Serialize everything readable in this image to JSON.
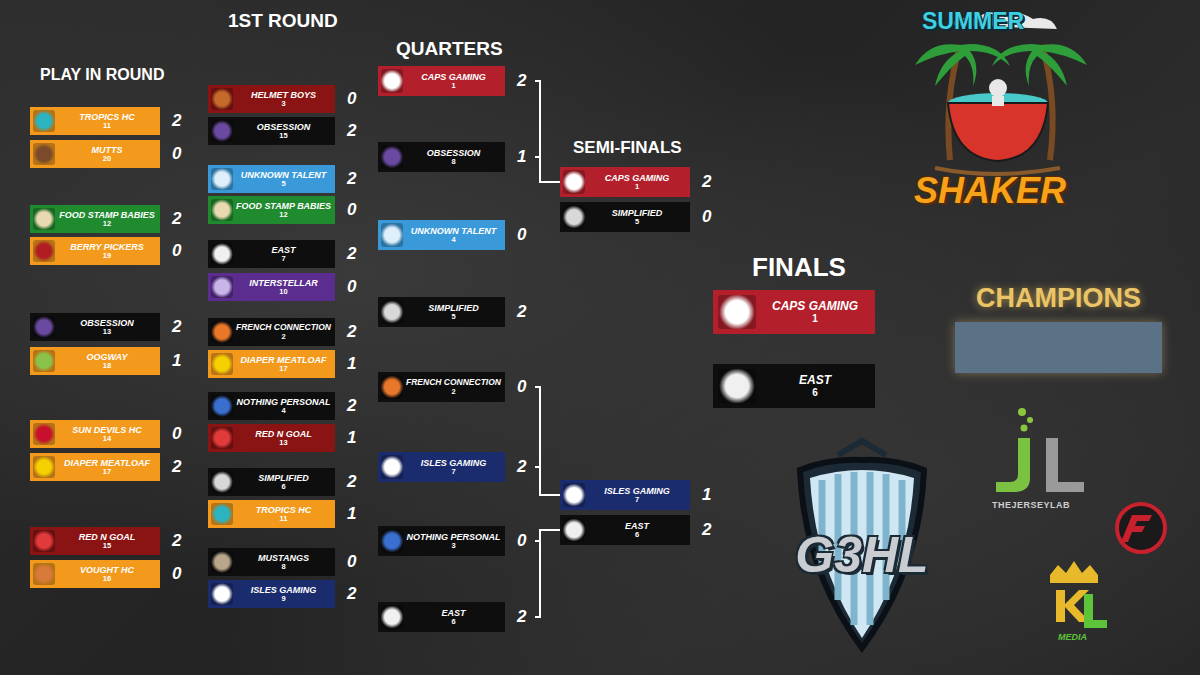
{
  "diagram": {
    "nodes": [
      {
        "text": [
          "TROPICS HC",
          "11",
          "2"
        ]
      },
      {
        "text": [
          "MUTTS",
          "20",
          "0"
        ]
      },
      {
        "text": [
          "FOOD STAMP BABIES",
          "12",
          "2"
        ]
      },
      {
        "text": [
          "BERRY PICKERS",
          "19",
          "0"
        ]
      },
      {
        "text": [
          "OBSESSION",
          "13",
          "2"
        ]
      },
      {
        "text": [
          "OOGWAY",
          "18",
          "1"
        ]
      },
      {
        "text": [
          "SUN DEVILS HC",
          "14",
          "0"
        ]
      },
      {
        "text": [
          "DIAPER MEATLOAF",
          "17",
          "2"
        ]
      },
      {
        "text": [
          "RED N GOAL",
          "15",
          "2"
        ]
      },
      {
        "text": [
          "VOUGHT HC",
          "16",
          "0"
        ]
      },
      {
        "text": [
          "HELMET BOYS",
          "3",
          "0"
        ]
      },
      {
        "text": [
          "OBSESSION",
          "15",
          "2"
        ]
      },
      {
        "text": [
          "UNKNOWN TALENT",
          "5",
          "2"
        ]
      },
      {
        "text": [
          "FOOD STAMP BABIES",
          "12",
          "0"
        ]
      },
      {
        "text": [
          "EAST",
          "7",
          "2"
        ]
      },
      {
        "text": [
          "INTERSTELLAR",
          "10",
          "0"
        ]
      },
      {
        "text": [
          "FRENCH CONNECTION",
          "2",
          "2"
        ]
      },
      {
        "text": [
          "DIAPER MEATLOAF",
          "17",
          "1"
        ]
      },
      {
        "text": [
          "NOTHING PERSONAL",
          "4",
          "2"
        ]
      },
      {
        "text": [
          "RED N GOAL",
          "13",
          "1"
        ]
      },
      {
        "text": [
          "SIMPLIFIED",
          "6",
          "2"
        ]
      },
      {
        "text": [
          "TROPICS HC",
          "11",
          "1"
        ]
      },
      {
        "text": [
          "MUSTANGS",
          "8",
          "0"
        ]
      },
      {
        "text": [
          "ISLES GAMING",
          "9",
          "2"
        ]
      },
      {
        "text": [
          "CAPS GAMING",
          "1",
          "2"
        ]
      },
      {
        "text": [
          "OBSESSION",
          "8",
          "1"
        ]
      },
      {
        "text": [
          "UNKNOWN TALENT",
          "4",
          "0"
        ]
      },
      {
        "text": [
          "SIMPLIFIED",
          "5",
          "2"
        ]
      },
      {
        "text": [
          "FRENCH CONNECTION",
          "2",
          "0"
        ]
      },
      {
        "text": [
          "ISLES GAMING",
          "7",
          "2"
        ]
      },
      {
        "text": [
          "NOTHING PERSONAL",
          "3",
          "0"
        ]
      },
      {
        "text": [
          "EAST",
          "6",
          "2"
        ]
      },
      {
        "text": [
          "CAPS GAMING",
          "1",
          "2"
        ]
      },
      {
        "text": [
          "SIMPLIFIED",
          "5",
          "0"
        ]
      },
      {
        "text": [
          "ISLES GAMING",
          "7",
          "1"
        ]
      },
      {
        "text": [
          "EAST",
          "6",
          "2"
        ]
      },
      {
        "text": [
          "CAPS GAMING",
          "1"
        ]
      },
      {
        "text": [
          "EAST",
          "6"
        ]
      },
      {
        "text": [
          "CHAMPIONS"
        ]
      }
    ],
    "edges": [
      {
        "from": 24,
        "to": 32,
        "arrow": "none"
      },
      {
        "from": 25,
        "to": 32,
        "arrow": "none"
      },
      {
        "from": 28,
        "to": 34,
        "arrow": "none"
      },
      {
        "from": 29,
        "to": 34,
        "arrow": "none"
      },
      {
        "from": 30,
        "to": 35,
        "arrow": "none"
      },
      {
        "from": 31,
        "to": 35,
        "arrow": "none"
      }
    ],
    "labels": [
      "PLAY IN ROUND",
      "1ST ROUND",
      "QUARTERS",
      "SEMI-FINALS",
      "FINALS",
      "SUMMER",
      "SHAKER",
      "G3HL",
      "THEJERSEYLAB",
      "MEDIA"
    ]
  }
}
